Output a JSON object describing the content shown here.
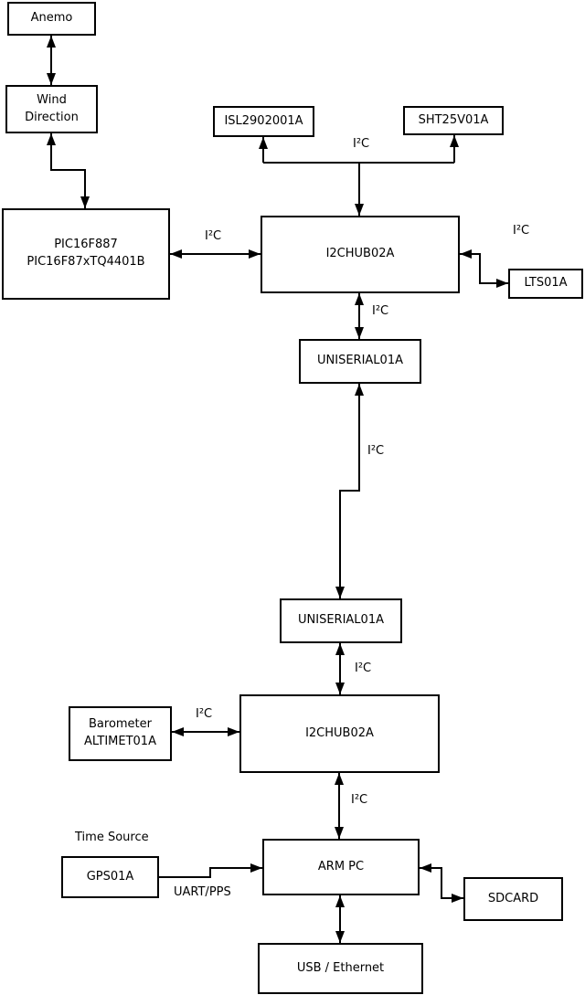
{
  "diagram": {
    "nodes": {
      "anemo": {
        "label": "Anemo"
      },
      "wind_direction": {
        "line1": "Wind",
        "line2": "Direction"
      },
      "pic": {
        "line1": "PIC16F887",
        "line2": "PIC16F87xTQ4401B"
      },
      "isl": {
        "label": "ISL2902001A"
      },
      "sht": {
        "label": "SHT25V01A"
      },
      "i2c_hub_top": {
        "label": "I2CHUB02A"
      },
      "lts": {
        "label": "LTS01A"
      },
      "uniserial_top": {
        "label": "UNISERIAL01A"
      },
      "uniserial_bottom": {
        "label": "UNISERIAL01A"
      },
      "i2c_hub_bottom": {
        "label": "I2CHUB02A"
      },
      "barometer": {
        "line1": "Barometer",
        "line2": "ALTIMET01A"
      },
      "gps": {
        "label": "GPS01A"
      },
      "arm_pc": {
        "label": "ARM PC"
      },
      "sdcard": {
        "label": "SDCARD"
      },
      "usb_ethernet": {
        "label": "USB / Ethernet"
      }
    },
    "edge_labels": {
      "i2c": "I²C",
      "uart_pps": "UART/PPS",
      "time_source": "Time Source"
    },
    "colors": {
      "line": "#000000",
      "background": "#ffffff"
    }
  }
}
